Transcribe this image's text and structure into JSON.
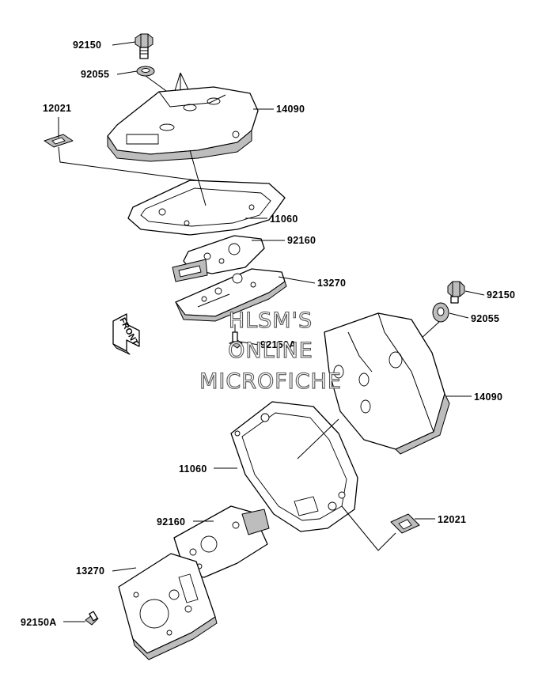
{
  "labels": [
    {
      "key": "top-bolt",
      "text": "92150"
    },
    {
      "key": "top-washer",
      "text": "92055"
    },
    {
      "key": "top-grommet",
      "text": "12021"
    },
    {
      "key": "top-cover",
      "text": "14090"
    },
    {
      "key": "top-gasket",
      "text": "11060"
    },
    {
      "key": "top-plate-gasket",
      "text": "92160"
    },
    {
      "key": "top-plate",
      "text": "13270"
    },
    {
      "key": "top-plate-bolt",
      "text": "92150A"
    },
    {
      "key": "bottom-bolt",
      "text": "92150"
    },
    {
      "key": "bottom-washer",
      "text": "92055"
    },
    {
      "key": "bottom-cover",
      "text": "14090"
    },
    {
      "key": "bottom-gasket",
      "text": "11060"
    },
    {
      "key": "bottom-grommet",
      "text": "12021"
    },
    {
      "key": "bottom-plate-gasket",
      "text": "92160"
    },
    {
      "key": "bottom-plate",
      "text": "13270"
    },
    {
      "key": "bottom-plate-bolt",
      "text": "92150A"
    }
  ],
  "front_arrow": "FRONT",
  "watermark": [
    "HLSM'S",
    "ONLINE",
    "MICROFICHE"
  ],
  "icons": [
    "bolt-icon",
    "washer-icon",
    "front-arrow-icon"
  ]
}
